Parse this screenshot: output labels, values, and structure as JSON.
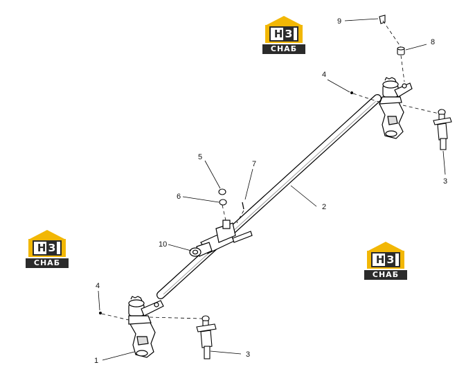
{
  "callouts": {
    "c1": "1",
    "c2": "2",
    "c3a": "3",
    "c3b": "3",
    "c4a": "4",
    "c4b": "4",
    "c5": "5",
    "c6": "6",
    "c7": "7",
    "c8": "8",
    "c9": "9",
    "c10": "10"
  },
  "watermark": {
    "letters_h": "Н",
    "letters_z": "З",
    "band_text": "СНАБ",
    "color_yellow": "#f2b705",
    "color_dark": "#2b2b2b"
  }
}
